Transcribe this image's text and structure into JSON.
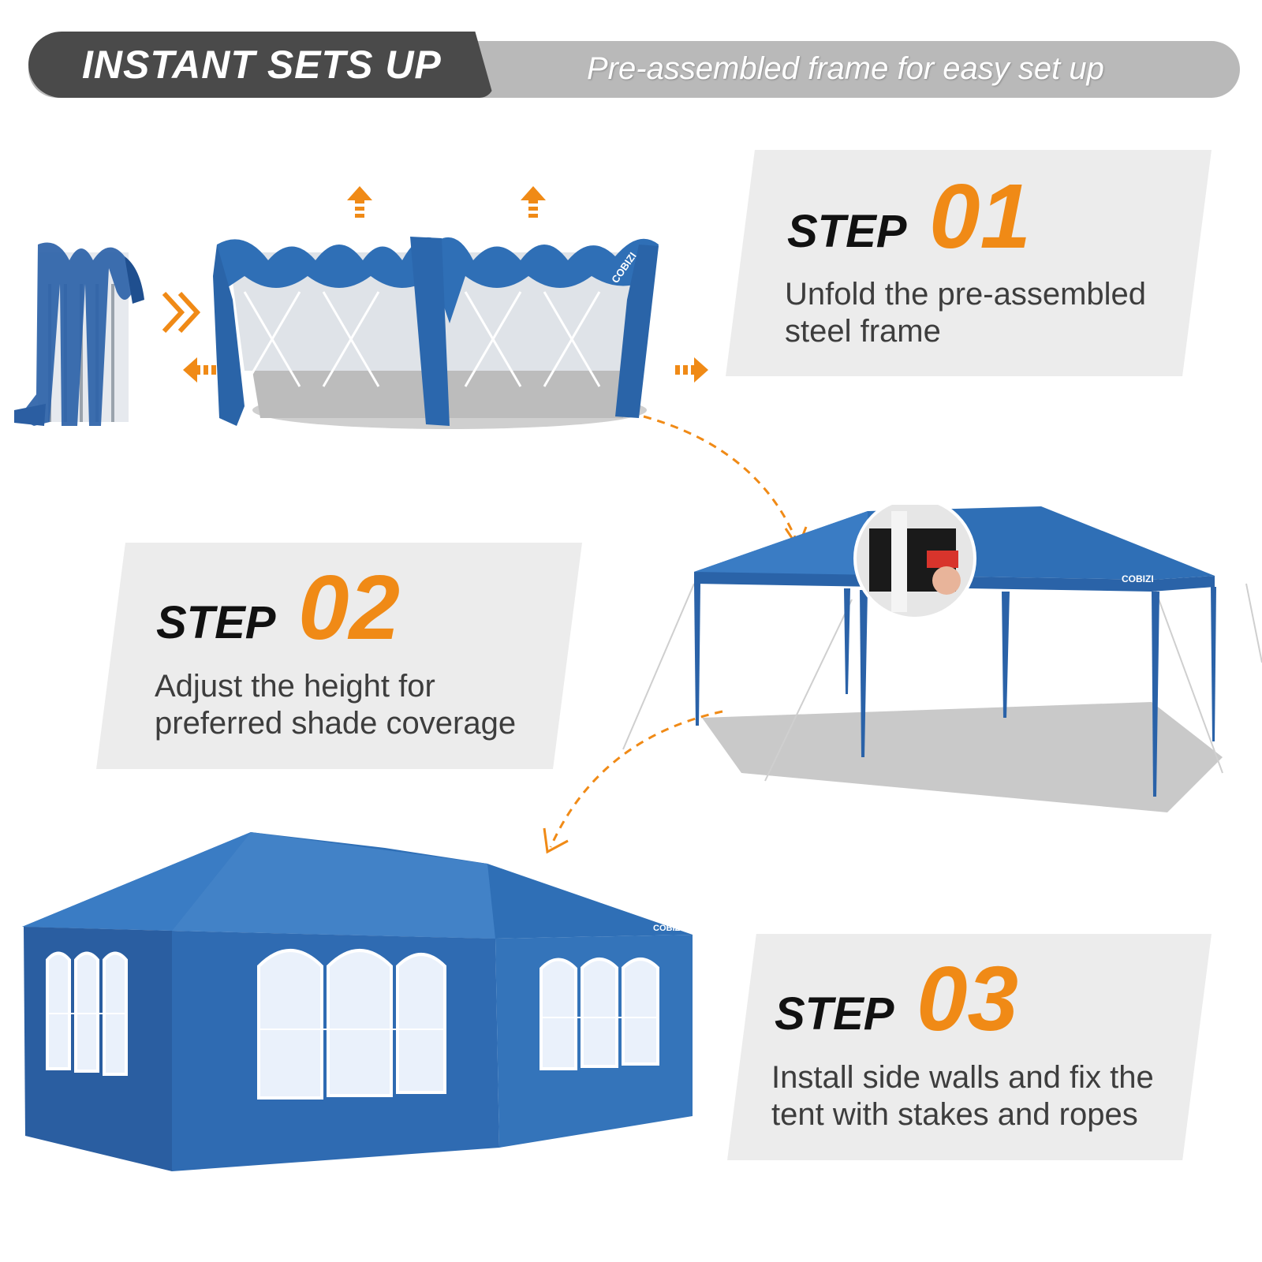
{
  "banner": {
    "title": "INSTANT SETS UP",
    "subtitle": "Pre-assembled frame for easy set up"
  },
  "steps": [
    {
      "label": "STEP",
      "number": "01",
      "desc_line1": "Unfold the pre-assembled",
      "desc_line2": "steel frame"
    },
    {
      "label": "STEP",
      "number": "02",
      "desc_line1": "Adjust the height for",
      "desc_line2": "preferred shade coverage"
    },
    {
      "label": "STEP",
      "number": "03",
      "desc_line1": "Install side walls and fix the",
      "desc_line2": "tent with stakes and ropes"
    }
  ],
  "brand": "COBIZI",
  "colors": {
    "accent_orange": "#f08a16",
    "tent_blue": "#2f6fb6",
    "banner_dark": "#4a4a4a",
    "banner_light": "#b9b9b9",
    "card_bg": "#ececec"
  },
  "icons": [
    "up-arrow-icon",
    "left-arrow-icon",
    "right-arrow-icon",
    "double-chevron-icon",
    "dashed-curved-arrow-icon"
  ]
}
